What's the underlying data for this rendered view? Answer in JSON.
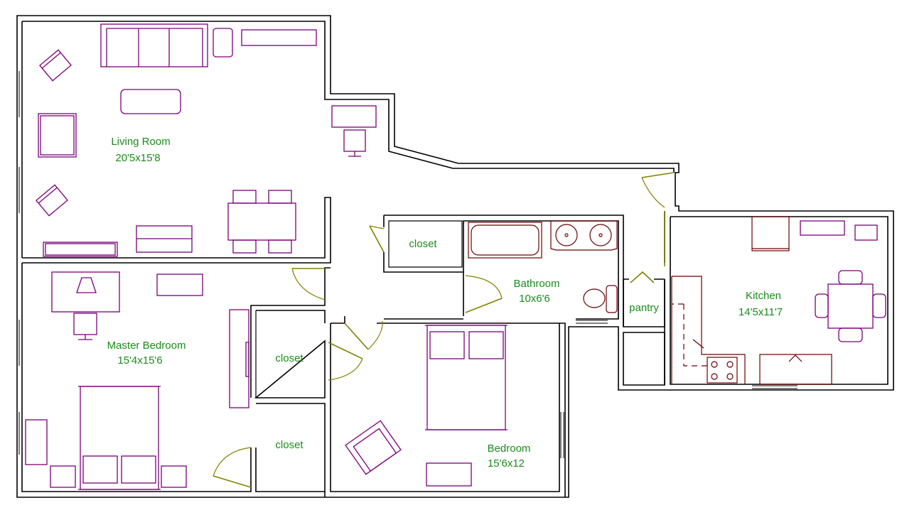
{
  "rooms": {
    "living_room": {
      "name": "Living Room",
      "size": "20'5x15'8"
    },
    "master_bedroom": {
      "name": "Master Bedroom",
      "size": "15'4x15'6"
    },
    "bathroom": {
      "name": "Bathroom",
      "size": "10x6'6"
    },
    "kitchen": {
      "name": "Kitchen",
      "size": "14'5x11'7"
    },
    "bedroom": {
      "name": "Bedroom",
      "size": "15'6x12"
    },
    "closet_hall": {
      "name": "closet"
    },
    "closet_master_upper": {
      "name": "closet"
    },
    "closet_master_lower": {
      "name": "closet"
    },
    "pantry": {
      "name": "pantry"
    }
  },
  "colors": {
    "wall": "#000000",
    "furniture": "#7a007a",
    "door": "#808000",
    "label": "#1a8c1a",
    "background": "#ffffff"
  }
}
